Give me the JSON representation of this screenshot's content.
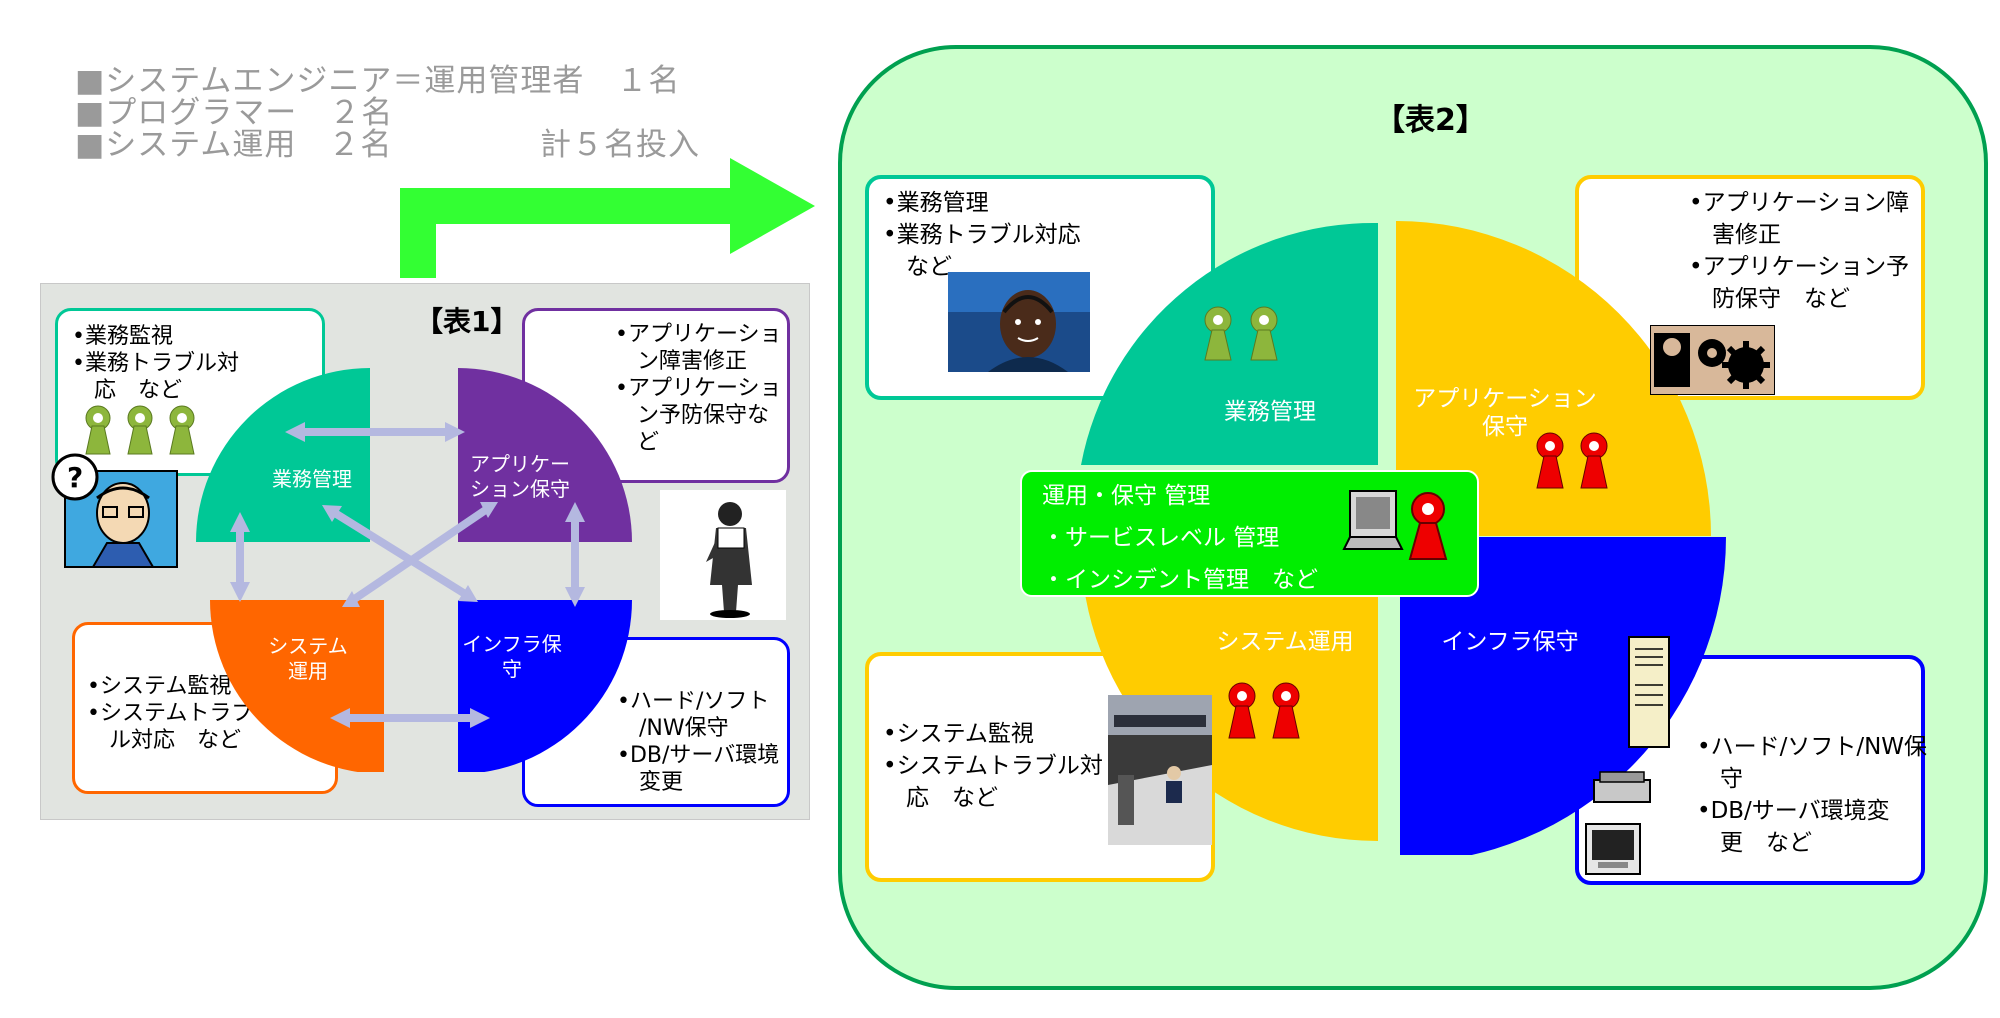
{
  "header": {
    "line1": "■システムエンジニア＝運用管理者　１名",
    "line2": "■プログラマー　２名",
    "line3": "■システム運用　２名",
    "total": "計５名投入"
  },
  "table1": {
    "title": "【表1】",
    "cards": {
      "gyomu": "•業務監視\n•業務トラブル対\n　応　など",
      "app": "•アプリケーショ\n　ン障害修正\n•アプリケーショ\n　ン予防保守な\n　ど",
      "system": "•システム監視\n•システムトラブ\n　ル対応　など",
      "infra": "•ハード/ソフト\n　/NW保守\n•DB/サーバ環境\n　変更"
    },
    "quadrants": {
      "gyomu": "業務管理",
      "app": "アプリケー\nション保守",
      "system": "システム\n運用",
      "infra": "インフラ保\n守"
    }
  },
  "table2": {
    "title": "【表2】",
    "cards": {
      "gyomu": "•業務管理\n•業務トラブル対応\n　など",
      "app": "•アプリケーション障\n　害修正\n•アプリケーション予\n　防保守　など",
      "system": "•システム監視\n•システムトラブル対\n　応　など",
      "infra": "•ハード/ソフト/NW保\n　守\n•DB/サーバ環境変\n　更　など"
    },
    "quadrants": {
      "gyomu": "業務管理",
      "app": "アプリケーション\n保守",
      "system": "システム運用",
      "infra": "インフラ保守"
    },
    "center_box": {
      "line1": "運用・保守 管理",
      "line2": "・サービスレベル 管理",
      "line3": "・インシデント管理　など"
    }
  },
  "colors": {
    "teal": "#00c896",
    "purple": "#7030a0",
    "blue": "#0000ff",
    "orange": "#ff6600",
    "yellow": "#ffcc00",
    "green_arrow": "#33ff33",
    "light_green_bg": "#ccffcc",
    "dark_green_border": "#00a050",
    "center_green": "#00ee00",
    "grey_bg": "#e1e4e0"
  }
}
